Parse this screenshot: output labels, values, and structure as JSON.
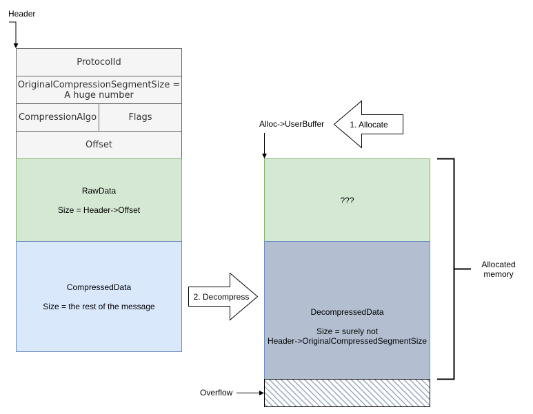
{
  "colors": {
    "header_fill": "#f5f5f5",
    "header_stroke": "#666666",
    "raw_fill": "#d5e8d4",
    "raw_stroke": "#82b366",
    "compressed_fill": "#dae8fc",
    "compressed_stroke": "#6c8ebf",
    "decompressed_fill": "#b3bfd1",
    "decompressed_stroke": "#6c8ebf",
    "overflow_hatch": "#8a9ab3"
  },
  "labels": {
    "header": "Header",
    "alloc_userbuffer": "Alloc->UserBuffer",
    "overflow": "Overflow",
    "allocated_memory_line1": "Allocated",
    "allocated_memory_line2": "memory"
  },
  "header_fields": {
    "protocol_id": "ProtocolId",
    "original_size_line1": "OriginalCompressionSegmentSize =",
    "original_size_line2": "A huge number",
    "compression_algo": "CompressionAlgo",
    "flags": "Flags",
    "offset": "Offset"
  },
  "raw_data": {
    "title": "RawData",
    "size": "Size = Header->Offset"
  },
  "compressed_data": {
    "title": "CompressedData",
    "size": "Size = the rest of the message"
  },
  "user_buffer": {
    "unknown": "???",
    "decompressed_title": "DecompressedData",
    "decompressed_size_line1": "Size = surely not",
    "decompressed_size_line2": "Header->OriginalCompressedSegmentSize"
  },
  "arrows": {
    "allocate": "1. Allocate",
    "decompress": "2. Decompress"
  }
}
